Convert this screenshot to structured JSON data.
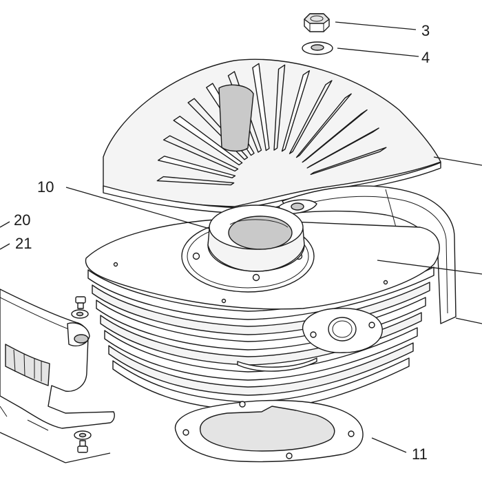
{
  "callouts": [
    {
      "id": "3",
      "label": "3"
    },
    {
      "id": "4",
      "label": "4"
    },
    {
      "id": "10",
      "label": "10"
    },
    {
      "id": "20",
      "label": "20"
    },
    {
      "id": "21",
      "label": "21"
    },
    {
      "id": "11",
      "label": "11"
    }
  ],
  "colors": {
    "line": "#1a1a1a",
    "shade": "#e4e4e4",
    "background": "#ffffff"
  }
}
